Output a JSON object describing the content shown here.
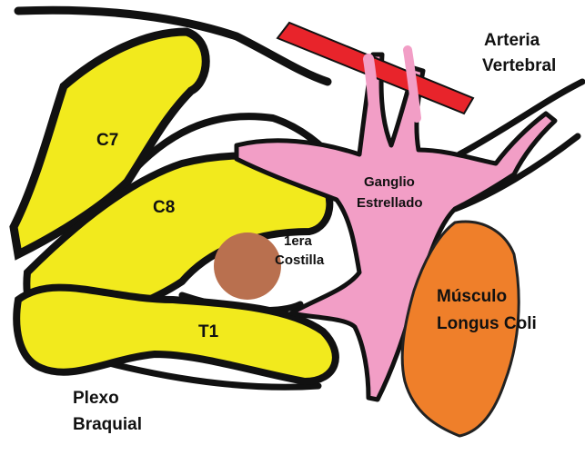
{
  "diagram": {
    "labels": {
      "c7": "C7",
      "c8": "C8",
      "t1": "T1",
      "rib_line1": "1era",
      "rib_line2": "Costilla",
      "ganglion_line1": "Ganglio",
      "ganglion_line2": "Estrellado",
      "artery_line1": "Arteria",
      "artery_line2": "Vertebral",
      "muscle_line1": "Músculo",
      "muscle_line2": "Longus Coli",
      "plexus_line1": "Plexo",
      "plexus_line2": "Braquial"
    },
    "colors": {
      "nerve_root": "#f2ea1d",
      "ganglion": "#f29ec6",
      "artery": "#e8242b",
      "muscle": "#ef7f2a",
      "rib": "#b9704f",
      "outline": "#111111"
    }
  }
}
